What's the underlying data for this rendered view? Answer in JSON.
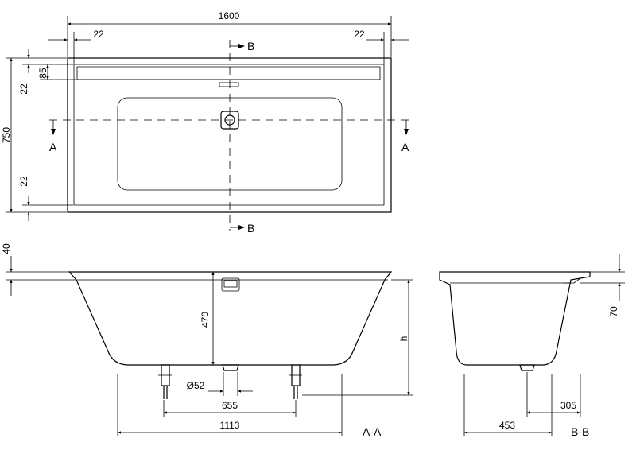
{
  "top_view": {
    "overall_length": "1600",
    "left_rim": "22",
    "right_rim": "22",
    "back_rim": "85",
    "width": "750",
    "rim_top_left": "22",
    "rim_bottom_left": "22",
    "section_b_top": "B",
    "section_b_bottom": "B",
    "section_a_left": "A",
    "section_a_right": "A"
  },
  "section_aa": {
    "rim_thickness": "40",
    "depth": "470",
    "height": "h",
    "drain_diameter": "Ø52",
    "feet_spacing": "655",
    "base_length": "1113",
    "label": "A-A"
  },
  "section_bb": {
    "overflow_height": "70",
    "drain_offset": "305",
    "base_width": "453",
    "label": "B-B"
  }
}
